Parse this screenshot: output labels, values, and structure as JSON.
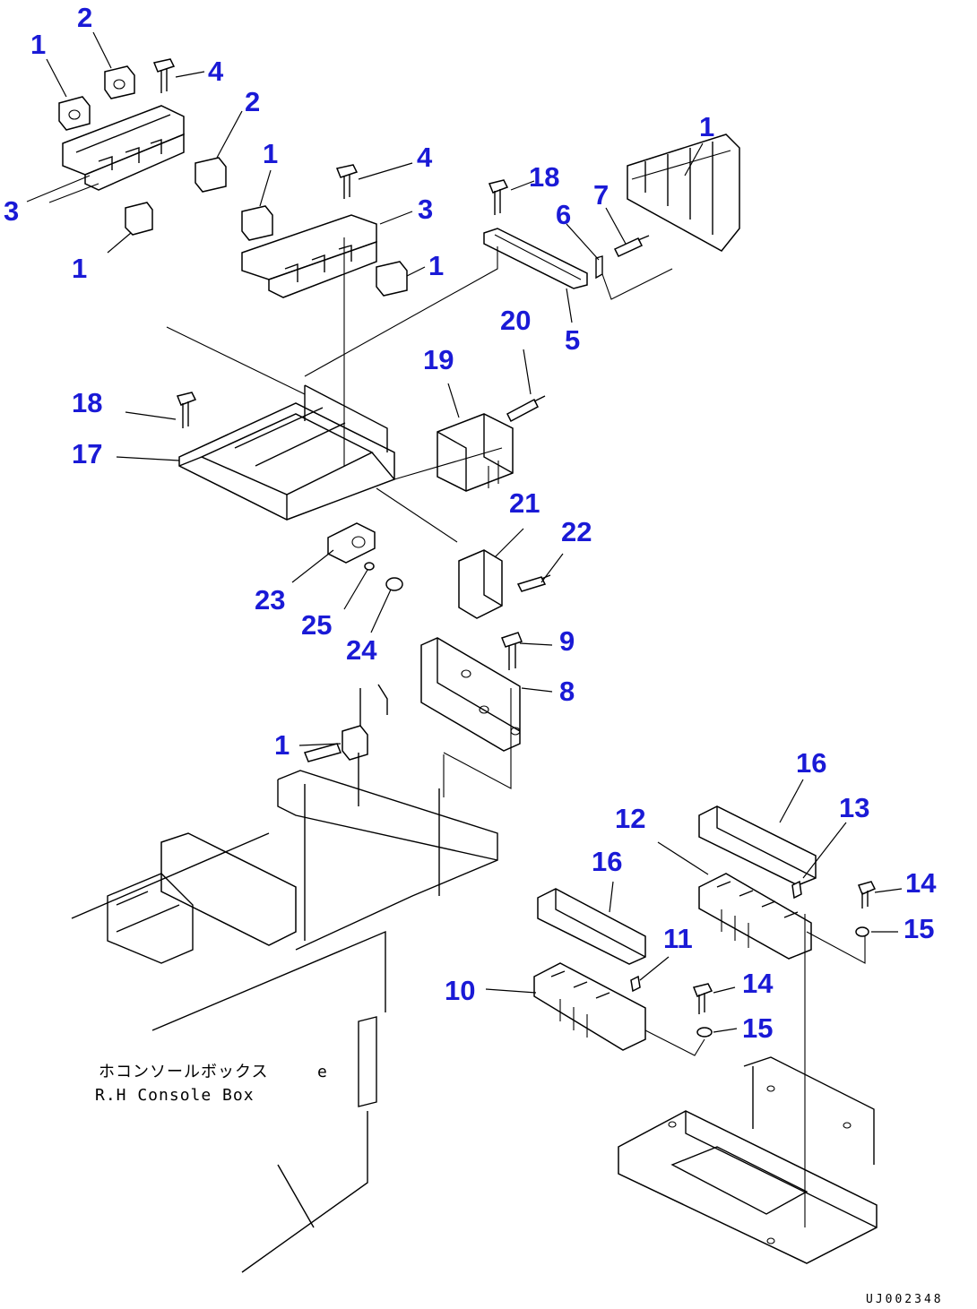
{
  "callouts": [
    {
      "label": "1"
    },
    {
      "label": "2"
    },
    {
      "label": "4"
    },
    {
      "label": "2"
    },
    {
      "label": "3"
    },
    {
      "label": "1"
    },
    {
      "label": "1"
    },
    {
      "label": "4"
    },
    {
      "label": "3"
    },
    {
      "label": "1"
    },
    {
      "label": "18"
    },
    {
      "label": "7"
    },
    {
      "label": "6"
    },
    {
      "label": "1"
    },
    {
      "label": "5"
    },
    {
      "label": "20"
    },
    {
      "label": "19"
    },
    {
      "label": "18"
    },
    {
      "label": "17"
    },
    {
      "label": "21"
    },
    {
      "label": "22"
    },
    {
      "label": "23"
    },
    {
      "label": "25"
    },
    {
      "label": "24"
    },
    {
      "label": "9"
    },
    {
      "label": "8"
    },
    {
      "label": "1"
    },
    {
      "label": "16"
    },
    {
      "label": "13"
    },
    {
      "label": "12"
    },
    {
      "label": "16"
    },
    {
      "label": "14"
    },
    {
      "label": "15"
    },
    {
      "label": "11"
    },
    {
      "label": "10"
    },
    {
      "label": "14"
    },
    {
      "label": "15"
    }
  ],
  "note": {
    "japanese": "ホコンソールボックス",
    "english": "R.H Console Box",
    "mark": "e"
  },
  "drawing_code": "UJ002348"
}
